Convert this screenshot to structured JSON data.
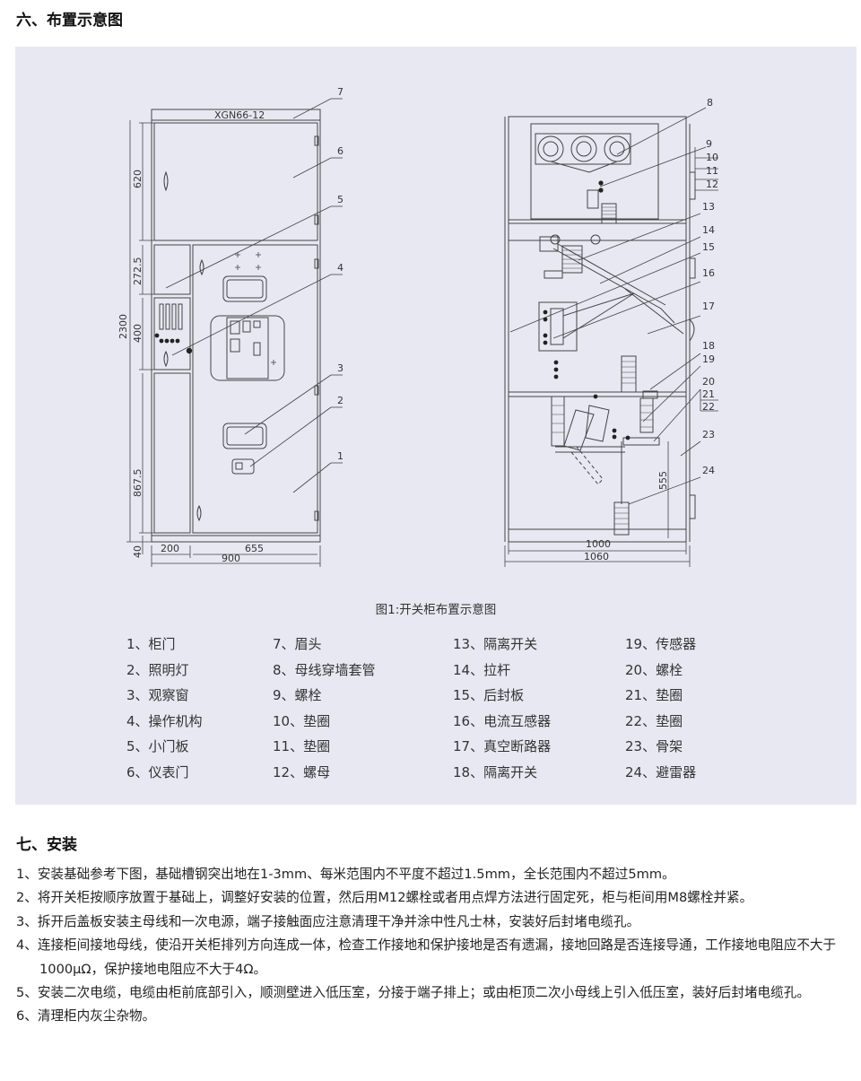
{
  "section6": {
    "title": "六、布置示意图"
  },
  "figure": {
    "caption": "图1:开关柜布置示意图",
    "model": "XGN66-12",
    "dims": {
      "d620": "620",
      "d2725": "272.5",
      "d400": "400",
      "d2300": "2300",
      "d8675": "867.5",
      "d40": "40",
      "d200": "200",
      "d655": "655",
      "d900": "900",
      "d1000": "1000",
      "d1060": "1060",
      "d555": "555"
    },
    "callouts": [
      "1",
      "2",
      "3",
      "4",
      "5",
      "6",
      "7",
      "8",
      "9",
      "10",
      "11",
      "12",
      "13",
      "14",
      "15",
      "16",
      "17",
      "18",
      "19",
      "20",
      "21",
      "22",
      "23",
      "24"
    ]
  },
  "legend": {
    "col1": [
      "1、柜门",
      "2、照明灯",
      "3、观察窗",
      "4、操作机构",
      "5、小门板",
      "6、仪表门"
    ],
    "col2": [
      "7、眉头",
      "8、母线穿墙套管",
      "9、螺栓",
      "10、垫圈",
      "11、垫圈",
      "12、螺母"
    ],
    "col3": [
      "13、隔离开关",
      "14、拉杆",
      "15、后封板",
      "16、电流互感器",
      "17、真空断路器",
      "18、隔离开关"
    ],
    "col4": [
      "19、传感器",
      "20、螺栓",
      "21、垫圈",
      "22、垫圈",
      "23、骨架",
      "24、避雷器"
    ]
  },
  "section7": {
    "title": "七、安装",
    "items": [
      "1、安装基础参考下图，基础槽钢突出地在1-3mm、每米范围内不平度不超过1.5mm，全长范围内不超过5mm。",
      "2、将开关柜按顺序放置于基础上，调整好安装的位置，然后用M12螺栓或者用点焊方法进行固定死，柜与柜间用M8螺栓并紧。",
      "3、拆开后盖板安装主母线和一次电源，端子接触面应注意清理干净并涂中性凡士林，安装好后封堵电缆孔。",
      "4、连接柜间接地母线，使沿开关柜排列方向连成一体，检查工作接地和保护接地是否有遗漏，接地回路是否连接导通，工作接地电阻应不大于1000μΩ，保护接地电阻应不大于4Ω。",
      "5、安装二次电缆，电缆由柜前底部引入，顺测壁进入低压室，分接于端子排上；或由柜顶二次小母线上引入低压室，装好后封堵电缆孔。",
      "6、清理柜内灰尘杂物。"
    ]
  }
}
